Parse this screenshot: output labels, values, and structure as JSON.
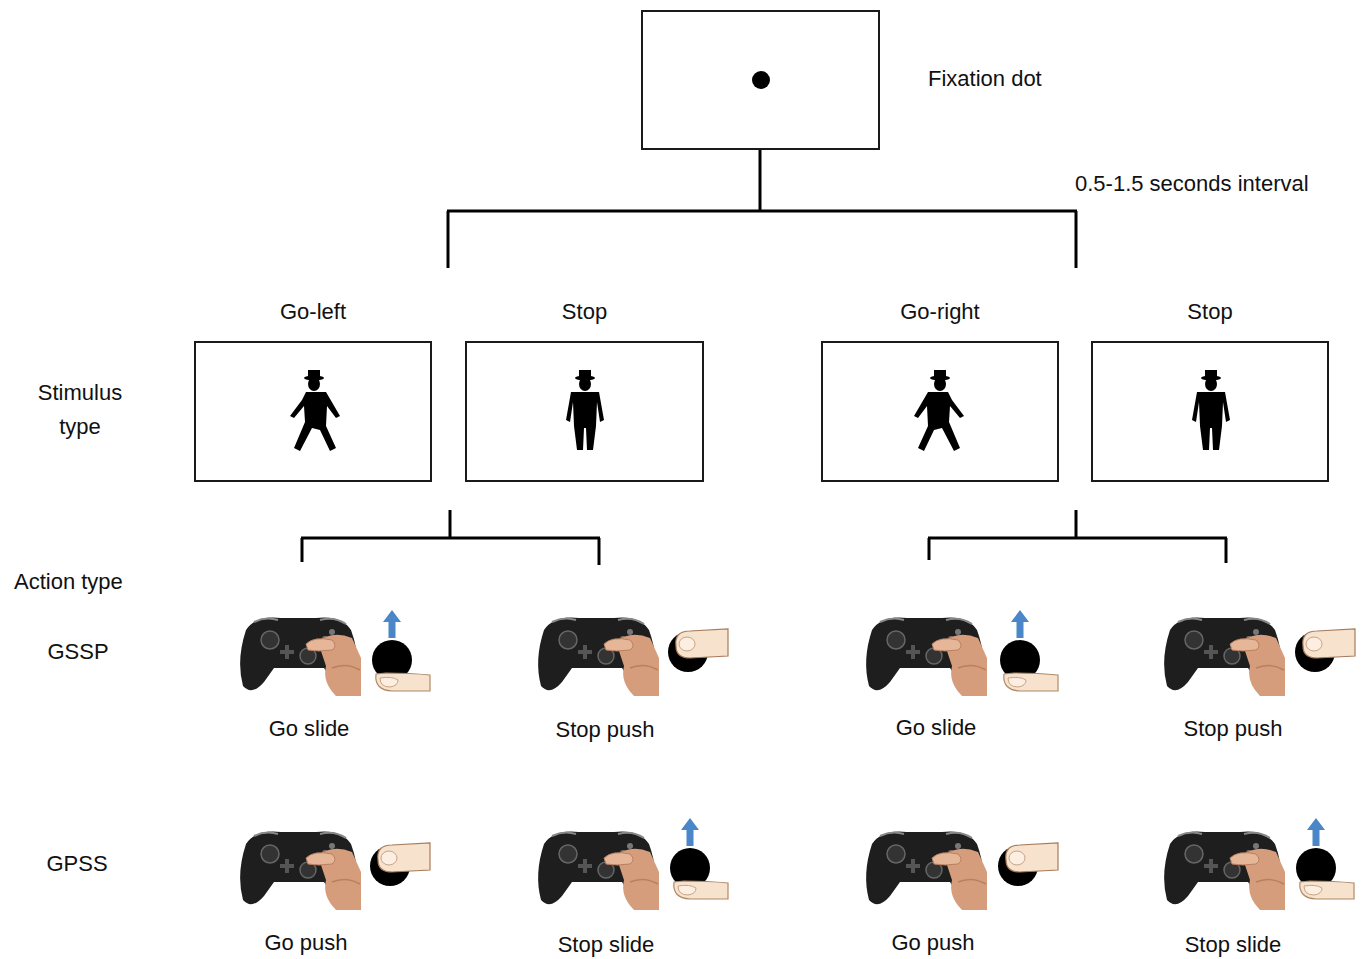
{
  "diagram": {
    "nodes": [
      {
        "text": [
          "Fixation dot"
        ]
      },
      {
        "text": [
          "Go-left"
        ]
      },
      {
        "text": [
          "Stop"
        ]
      },
      {
        "text": [
          "Go-right"
        ]
      },
      {
        "text": [
          "Stop"
        ]
      }
    ],
    "labels": [
      "0.5-1.5 seconds interval",
      "Stimulus type",
      "Action type",
      "GSSP",
      "Go slide",
      "Stop push",
      "Go slide",
      "Stop push",
      "GPSS",
      "Go push",
      "Stop slide",
      "Go push",
      "Stop slide"
    ]
  }
}
